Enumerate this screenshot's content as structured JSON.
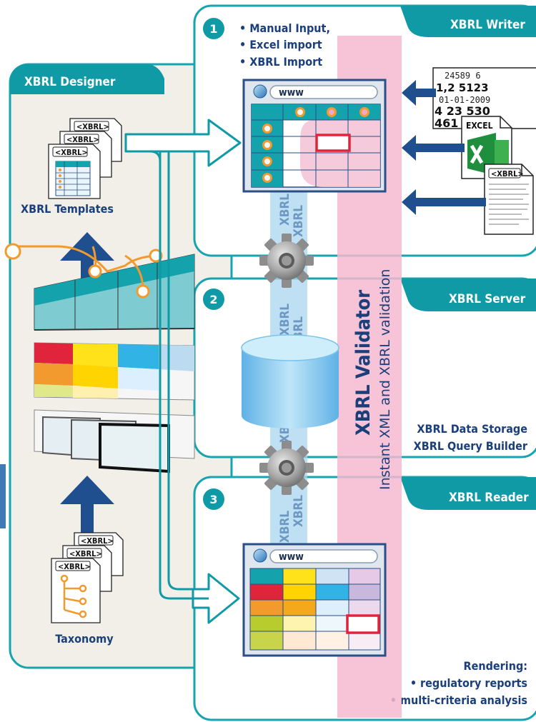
{
  "designer": {
    "title": "XBRL Designer",
    "doc_tag": "<XBRL>",
    "templates_label": "XBRL Templates",
    "taxonomy_label": "Taxonomy"
  },
  "writer": {
    "number": "1",
    "title": "XBRL Writer",
    "inputs": [
      "• Manual Input,",
      "• Excel import",
      "• XBRL Import"
    ],
    "browser_url": "www",
    "numbers_doc": [
      "24589 6",
      "1,2  5123",
      "01-01-2009",
      "4 23 530",
      "461 1"
    ],
    "excel_label": "EXCEL",
    "xbrl_doc_tag": "<XBRL>"
  },
  "server": {
    "number": "2",
    "title": "XBRL Server",
    "features": [
      "XBRL Data Storage",
      "XBRL Query Builder"
    ]
  },
  "reader": {
    "number": "3",
    "title": "XBRL Reader",
    "browser_url": "www",
    "rendering_title": "Rendering:",
    "rendering_items": [
      "• regulatory reports",
      "• multi-criteria analysis"
    ]
  },
  "validator": {
    "title": "XBRL Validator",
    "subtitle": "Instant XML and XBRL validation"
  },
  "stream_label": "XBRL",
  "colors": {
    "teal": "#0f9aa6",
    "navy": "#1a3f7a",
    "pink_band": "#f4b9d0",
    "light_blue_band": "#a9d6ee",
    "panel_bg": "#f2efe9"
  }
}
